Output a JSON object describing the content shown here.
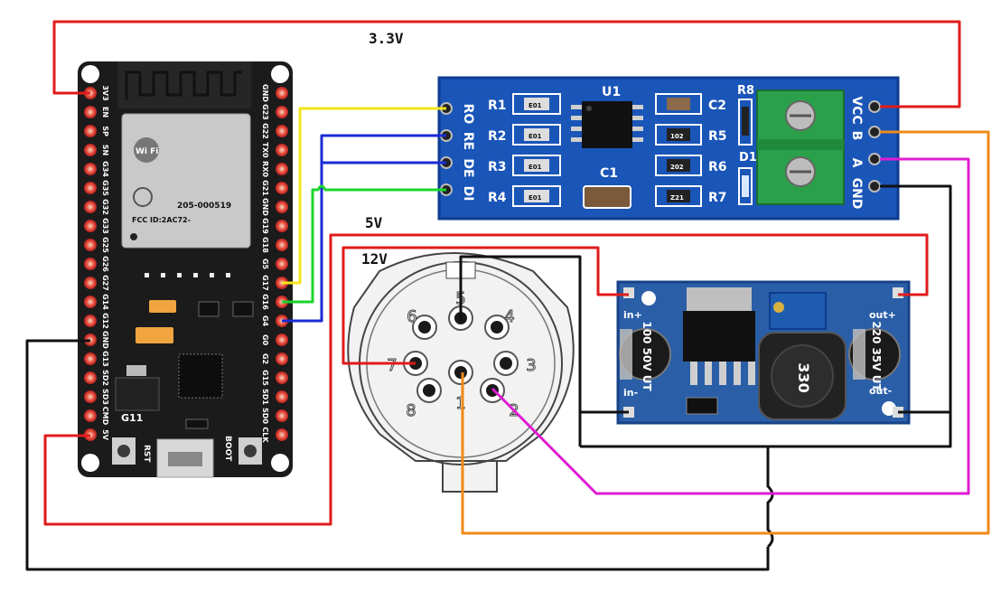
{
  "labels": {
    "rail_3v3": "3.3V",
    "rail_5v": "5V",
    "rail_12v": "12V"
  },
  "esp32": {
    "chip_text": "205-000519",
    "fcc_text": "FCC ID:2AC72-",
    "wifi_text": "Wi Fi",
    "left_pins": [
      "3V3",
      "EN",
      "SP",
      "SN",
      "G34",
      "G35",
      "G32",
      "G33",
      "G25",
      "G26",
      "G27",
      "G14",
      "G12",
      "GND",
      "G13",
      "SD2",
      "SD3",
      "CMD",
      "5V"
    ],
    "right_pins": [
      "GND",
      "G23",
      "G22",
      "TX0",
      "RX0",
      "G21",
      "GND",
      "G19",
      "G18",
      "G5",
      "G17",
      "G16",
      "G4",
      "G0",
      "G2",
      "G15",
      "SD1",
      "SD0",
      "CLK"
    ],
    "rst_label": "RST",
    "boot_label": "BOOT",
    "g11_label": "G11"
  },
  "rs485": {
    "left_pins": [
      "RO",
      "RE",
      "DE",
      "DI"
    ],
    "right_pins": [
      "VCC",
      "B",
      "A",
      "GND"
    ],
    "resistors_left": [
      "R1",
      "R2",
      "R3",
      "R4"
    ],
    "resistors_right": [
      "C2",
      "R5",
      "R6",
      "R7"
    ],
    "r8": "R8",
    "d1": "D1",
    "u1": "U1",
    "c1": "C1",
    "smd_codes": [
      "E01",
      "E01",
      "E01",
      "E01",
      "102",
      "202",
      "Z21"
    ]
  },
  "buck": {
    "in_plus": "in+",
    "in_minus": "in-",
    "out_plus": "out+",
    "out_minus": "out-",
    "cap_left": "100 50V UT",
    "cap_right": "220 35V UT",
    "inductor": "330"
  },
  "connector": {
    "pins": [
      "1",
      "2",
      "3",
      "4",
      "5",
      "6",
      "7",
      "8"
    ]
  }
}
